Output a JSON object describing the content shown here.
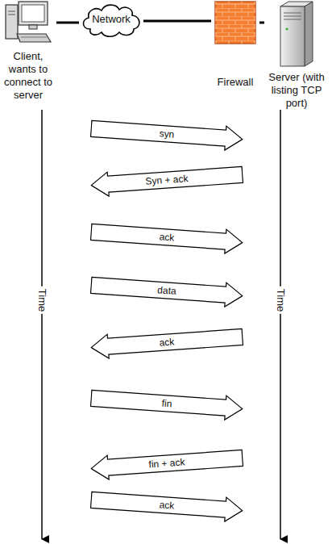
{
  "diagram": {
    "nodes": [
      {
        "text": [
          "Client, wants to connect to server"
        ]
      },
      {
        "text": [
          "Network"
        ]
      },
      {
        "text": [
          "Firewall"
        ]
      },
      {
        "text": [
          "Server (with listing TCP port)"
        ]
      },
      {
        "text": [
          "syn"
        ]
      },
      {
        "text": [
          "Syn + ack"
        ]
      },
      {
        "text": [
          "ack"
        ]
      },
      {
        "text": [
          "data"
        ]
      },
      {
        "text": [
          "ack"
        ]
      },
      {
        "text": [
          "fin"
        ]
      },
      {
        "text": [
          "fin + ack"
        ]
      },
      {
        "text": [
          "ack"
        ]
      }
    ],
    "edges": [
      {
        "from": 0,
        "to": 1,
        "arrow": "none"
      },
      {
        "from": 1,
        "to": 2,
        "arrow": "none"
      },
      {
        "from": 2,
        "to": 3,
        "arrow": "none"
      }
    ],
    "labels": [
      "Time",
      "Time"
    ]
  }
}
